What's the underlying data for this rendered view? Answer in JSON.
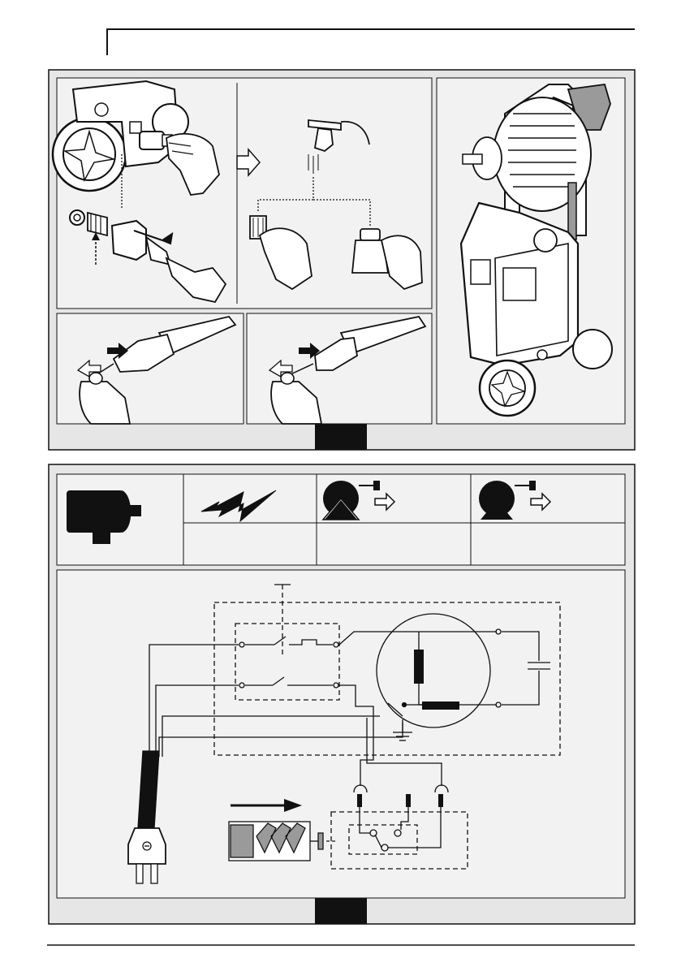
{
  "page": {
    "header_title": "",
    "footer_text": ""
  },
  "figure_top": {
    "label": "",
    "panels": [
      {
        "id": "quick-coupling-filter",
        "caption": ""
      },
      {
        "id": "tap-connection",
        "caption": ""
      },
      {
        "id": "machine-overview",
        "caption": ""
      },
      {
        "id": "nozzle-clean-1",
        "caption": ""
      },
      {
        "id": "nozzle-clean-2",
        "caption": ""
      }
    ]
  },
  "figure_bottom": {
    "label": "",
    "legend": {
      "motor_cell": "",
      "power_cell": "",
      "pressure_on_cell": "",
      "pressure_off_cell": ""
    }
  },
  "colors": {
    "line": "#111111",
    "panel_fill": "#f2f2f2",
    "frame_fill": "#e6e6e6",
    "dark_fill": "#111111",
    "grey_fill": "#9a9a9a"
  }
}
